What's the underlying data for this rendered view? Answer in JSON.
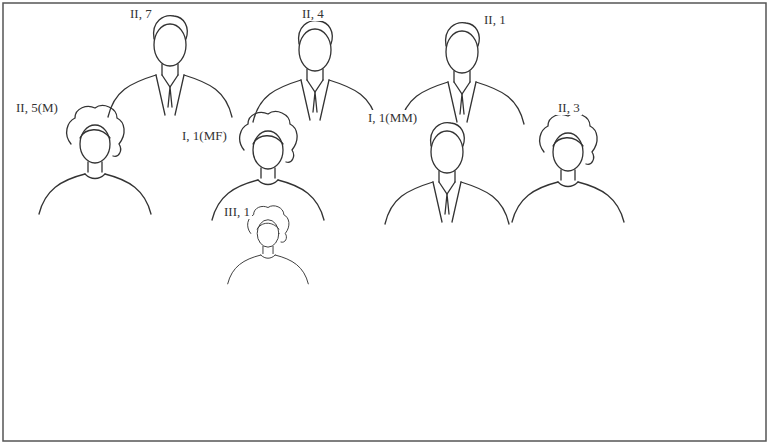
{
  "diagram": {
    "labels": [
      "II, 7",
      "II, 4",
      "II, 1",
      "II, 5(M)",
      "I, 1(MF)",
      "I, 1(MM)",
      "II, 3",
      "III, 1"
    ]
  }
}
